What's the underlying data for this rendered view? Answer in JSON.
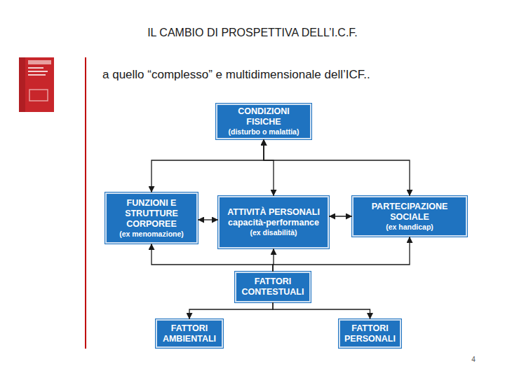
{
  "diagram": {
    "title": "IL CAMBIO DI PROSPETTIVA DELL’I.C.F.",
    "caption": "a quello “complesso” e multidimensionale dell’ICF..",
    "nodes": [
      {
        "text": [
          "CONDIZIONI FISICHE",
          "(disturbo o malattia)"
        ]
      },
      {
        "text": [
          "FUNZIONI E STRUTTURE CORPOREE",
          "(ex menomazione)"
        ]
      },
      {
        "text": [
          "ATTIVITÀ PERSONALI capacità-performance",
          "(ex disabilità)"
        ]
      },
      {
        "text": [
          "PARTECIPAZIONE SOCIALE",
          "(ex handicap)"
        ]
      },
      {
        "text": [
          "FATTORI CONTESTUALI"
        ]
      },
      {
        "text": [
          "FATTORI AMBIENTALI"
        ]
      },
      {
        "text": [
          "FATTORI PERSONALI"
        ]
      }
    ],
    "edges": [
      {
        "from": 0,
        "to": 1,
        "arrow": "both"
      },
      {
        "from": 0,
        "to": 2,
        "arrow": "both"
      },
      {
        "from": 0,
        "to": 3,
        "arrow": "both"
      },
      {
        "from": 1,
        "to": 2,
        "arrow": "both"
      },
      {
        "from": 2,
        "to": 3,
        "arrow": "both"
      },
      {
        "from": 4,
        "to": 1,
        "arrow": "to"
      },
      {
        "from": 4,
        "to": 2,
        "arrow": "to"
      },
      {
        "from": 4,
        "to": 3,
        "arrow": "to"
      },
      {
        "from": 4,
        "to": 5,
        "arrow": "to"
      },
      {
        "from": 4,
        "to": 6,
        "arrow": "to"
      }
    ],
    "labels": [
      "4"
    ]
  }
}
